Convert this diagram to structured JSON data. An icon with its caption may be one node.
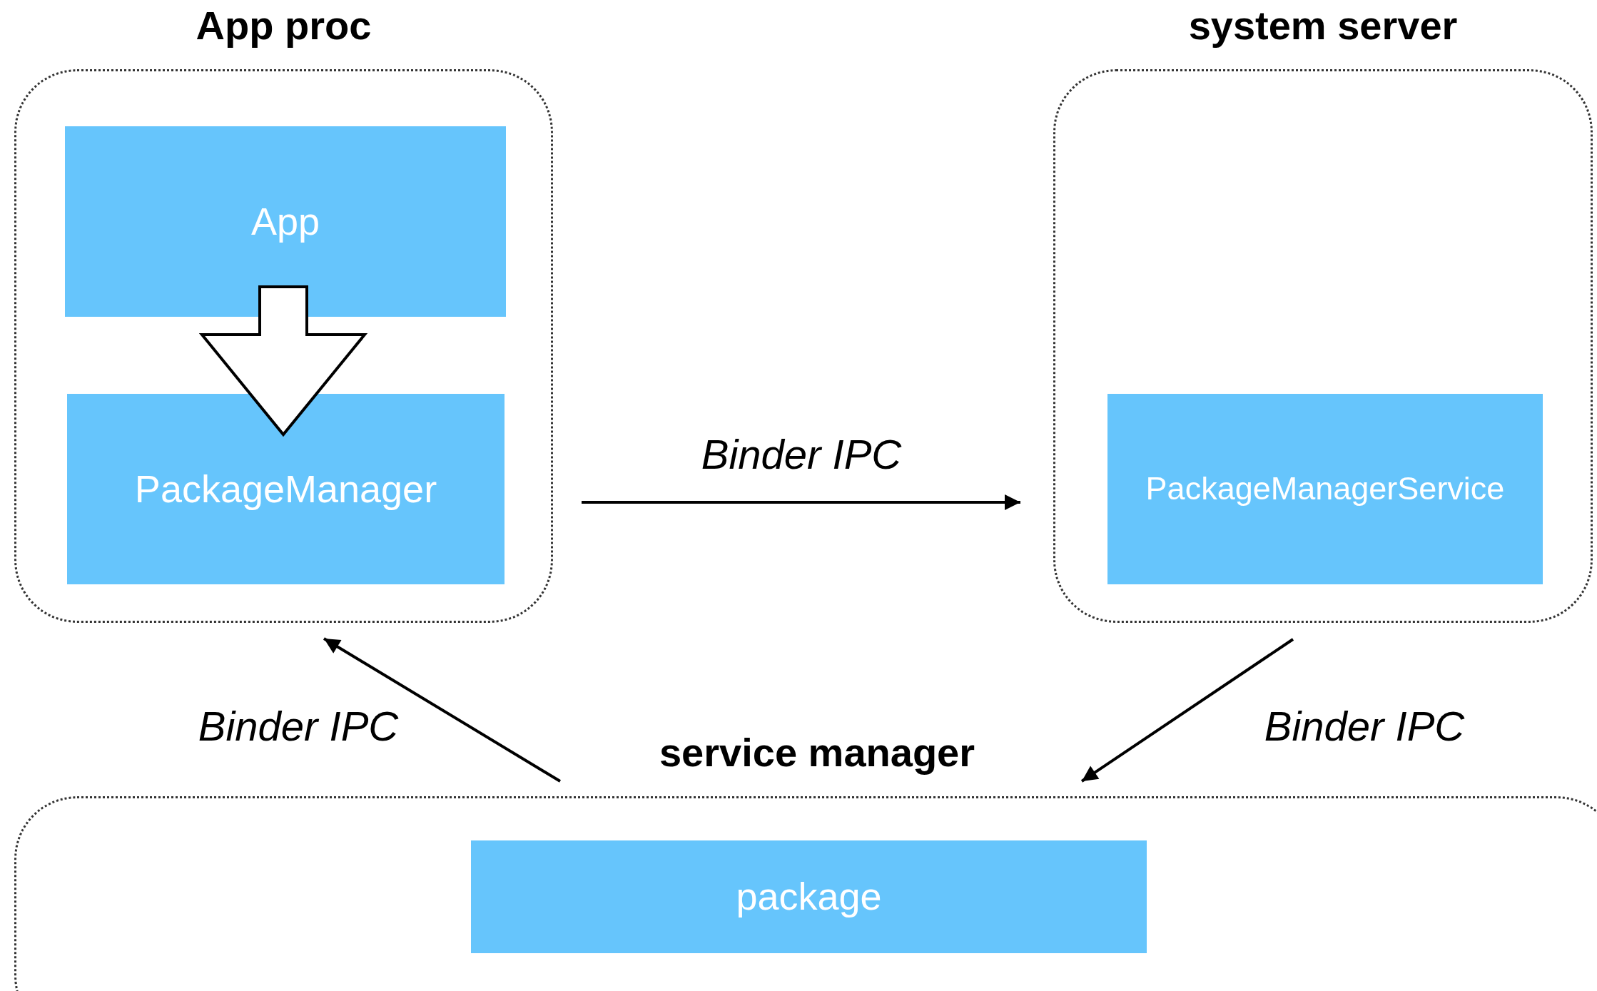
{
  "diagram": {
    "nodes": [
      {
        "text": [
          "App proc"
        ]
      },
      {
        "text": [
          "App"
        ],
        "in": 0
      },
      {
        "text": [
          "PackageManager"
        ],
        "in": 0
      },
      {
        "text": [
          "system server"
        ]
      },
      {
        "text": [
          "PackageManagerService"
        ],
        "in": 3
      },
      {
        "text": [
          "service manager"
        ]
      },
      {
        "text": [
          "package"
        ],
        "in": 5
      }
    ],
    "edges": [
      {
        "from": 1,
        "to": 2,
        "arrow": "to",
        "style": "thick"
      },
      {
        "from": 0,
        "to": 3,
        "arrow": "to",
        "label": "Binder IPC"
      },
      {
        "from": 5,
        "to": 0,
        "arrow": "to",
        "label": "Binder IPC"
      },
      {
        "from": 3,
        "to": 5,
        "arrow": "to",
        "label": "Binder IPC"
      }
    ]
  }
}
